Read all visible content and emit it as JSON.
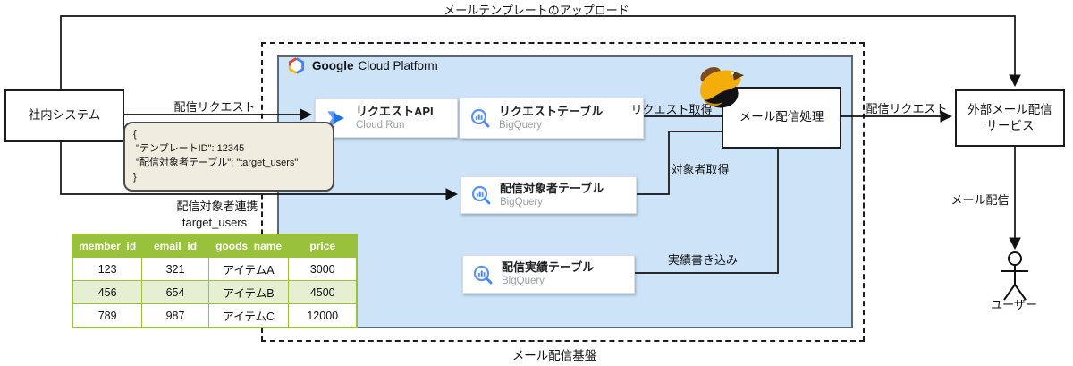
{
  "labels": {
    "template_upload": "メールテンプレートのアップロード",
    "delivery_request_left": "配信リクエスト",
    "target_link": "配信対象者連携",
    "table_caption": "target_users",
    "request_fetch": "リクエスト取得",
    "target_fetch": "対象者取得",
    "result_write": "実績書き込み",
    "delivery_request_right": "配信リクエスト",
    "mail_delivery": "メール配信",
    "platform_footer": "メール配信基盤",
    "user": "ユーザー"
  },
  "nodes": {
    "internal_system": {
      "label": "社内システム"
    },
    "external_service": {
      "label_line1": "外部メール配信",
      "label_line2": "サービス"
    },
    "mail_process": {
      "label": "メール配信処理"
    },
    "gcp": {
      "brand_bold": "Google",
      "brand_rest": "Cloud Platform"
    },
    "request_api": {
      "title": "リクエストAPI",
      "subtitle": "Cloud Run"
    },
    "request_table": {
      "title": "リクエストテーブル",
      "subtitle": "BigQuery"
    },
    "target_table": {
      "title": "配信対象者テーブル",
      "subtitle": "BigQuery"
    },
    "result_table": {
      "title": "配信実績テーブル",
      "subtitle": "BigQuery"
    }
  },
  "note": {
    "lines": [
      "{",
      " \"テンプレートID\": 12345",
      " \"配信対象者テーブル\": \"target_users\"",
      "}"
    ]
  },
  "table": {
    "caption": "target_users",
    "headers": [
      "member_id",
      "email_id",
      "goods_name",
      "price"
    ],
    "rows": [
      [
        "123",
        "321",
        "アイテムA",
        "3000"
      ],
      [
        "456",
        "654",
        "アイテムB",
        "4500"
      ],
      [
        "789",
        "987",
        "アイテムC",
        "12000"
      ]
    ]
  },
  "colors": {
    "gcp_area_fill": "#CCE3F8",
    "table_header_green": "#99C13C",
    "table_row_alt": "#E6EFD2",
    "note_bg": "#F0ECDF",
    "icon_blue": "#4285F4",
    "line_black": "#111111"
  }
}
